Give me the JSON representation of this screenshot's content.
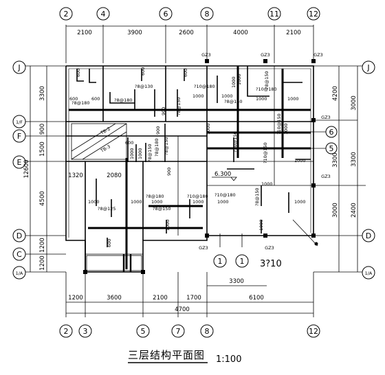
{
  "top_axes": [
    "2",
    "4",
    "6",
    "8",
    "11",
    "12"
  ],
  "top_dims": [
    "2100",
    "3900",
    "2600",
    "4000",
    "2100"
  ],
  "bottom_axes": [
    "2",
    "3",
    "5",
    "7",
    "8",
    "12"
  ],
  "bottom_dims": [
    "1200",
    "3600",
    "2100",
    "1700",
    "6100"
  ],
  "bottom_total": "4700",
  "left_axes": [
    "J",
    "1/F",
    "F",
    "E",
    "D",
    "C",
    "1/A"
  ],
  "left_dims": [
    "3300",
    "900",
    "1500",
    "4500",
    "1200",
    "1200"
  ],
  "left_total": "12600",
  "right_axes": [
    "J",
    "D",
    "1/A"
  ],
  "right_dims": [
    "4200",
    "3000",
    "3300",
    "3000",
    "2400"
  ],
  "right_outer_dim": "3300",
  "gz_labels": [
    "GZ3",
    "GZ3",
    "GZ3",
    "GZ3",
    "GZ3",
    "GZ3",
    "GZ3"
  ],
  "callout_circles": [
    "6",
    "5"
  ],
  "section_circles": [
    "1",
    "1"
  ],
  "rebar_note": "3?10",
  "level_mark": "6.300",
  "beam_labels": [
    "TB-2",
    "TB-3"
  ],
  "lower_dims": [
    "1320",
    "2080",
    "3300"
  ],
  "slab_labels": [
    "1000",
    "1000",
    "1000",
    "1000",
    "1000",
    "1000",
    "1000",
    "1000",
    "1000",
    "1000",
    "1000",
    "1000",
    "1000",
    "1000",
    "1000",
    "1000",
    "1000",
    "1000",
    "1000",
    "1000",
    "600",
    "600",
    "600",
    "600",
    "600",
    "900",
    "900",
    "900",
    "600",
    "600"
  ],
  "rebar_labels": [
    "?8@180",
    "?8@180",
    "?8@130",
    "?8@150",
    "?10@180",
    "?8@150",
    "?10@180",
    "?8@150",
    "?8@180",
    "?8@150",
    "?10@150",
    "?10@150",
    "?10@150",
    "?8@180",
    "?8@125",
    "?10@180",
    "?10@180",
    "?8@150",
    "?8@150",
    "?8@150"
  ],
  "title": "三层结构平面图",
  "scale": "1:100"
}
